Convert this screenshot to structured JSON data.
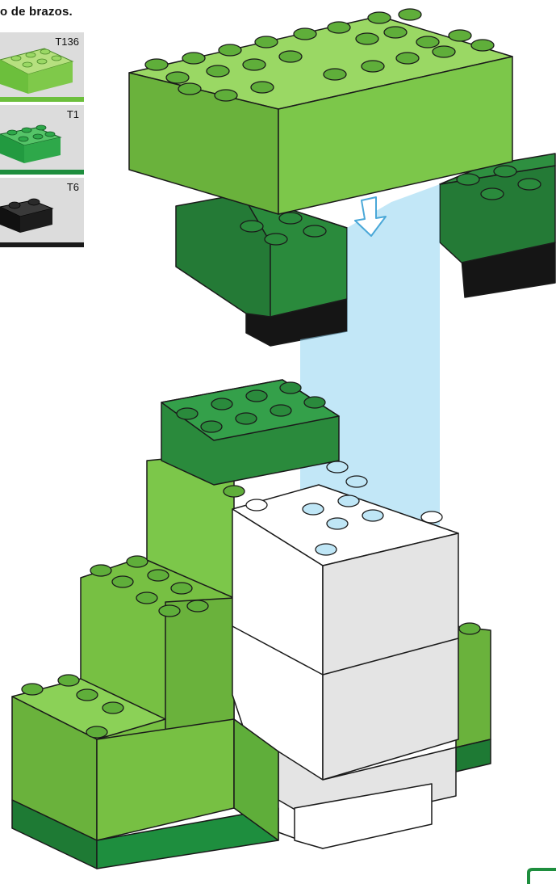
{
  "heading": "o de brazos.",
  "parts": [
    {
      "code": "T136",
      "bar_color": "#6cbf3c",
      "body_color": "#7fc94a",
      "top_color": "#b6e07f"
    },
    {
      "code": "T1",
      "bar_color": "#1e8e3e",
      "body_color": "#2ea84a",
      "top_color": "#55c468"
    },
    {
      "code": "T6",
      "bar_color": "#1a1a1a",
      "body_color": "#1c1c1c",
      "top_color": "#3a3a3a"
    }
  ],
  "colors": {
    "light_green": "#77c043",
    "medium_green": "#2f9a45",
    "dark_green": "#247a36",
    "black": "#151515",
    "white": "#ffffff",
    "guide_blue": "#8fd4f0",
    "arrow_blue": "#4aa8d8"
  }
}
